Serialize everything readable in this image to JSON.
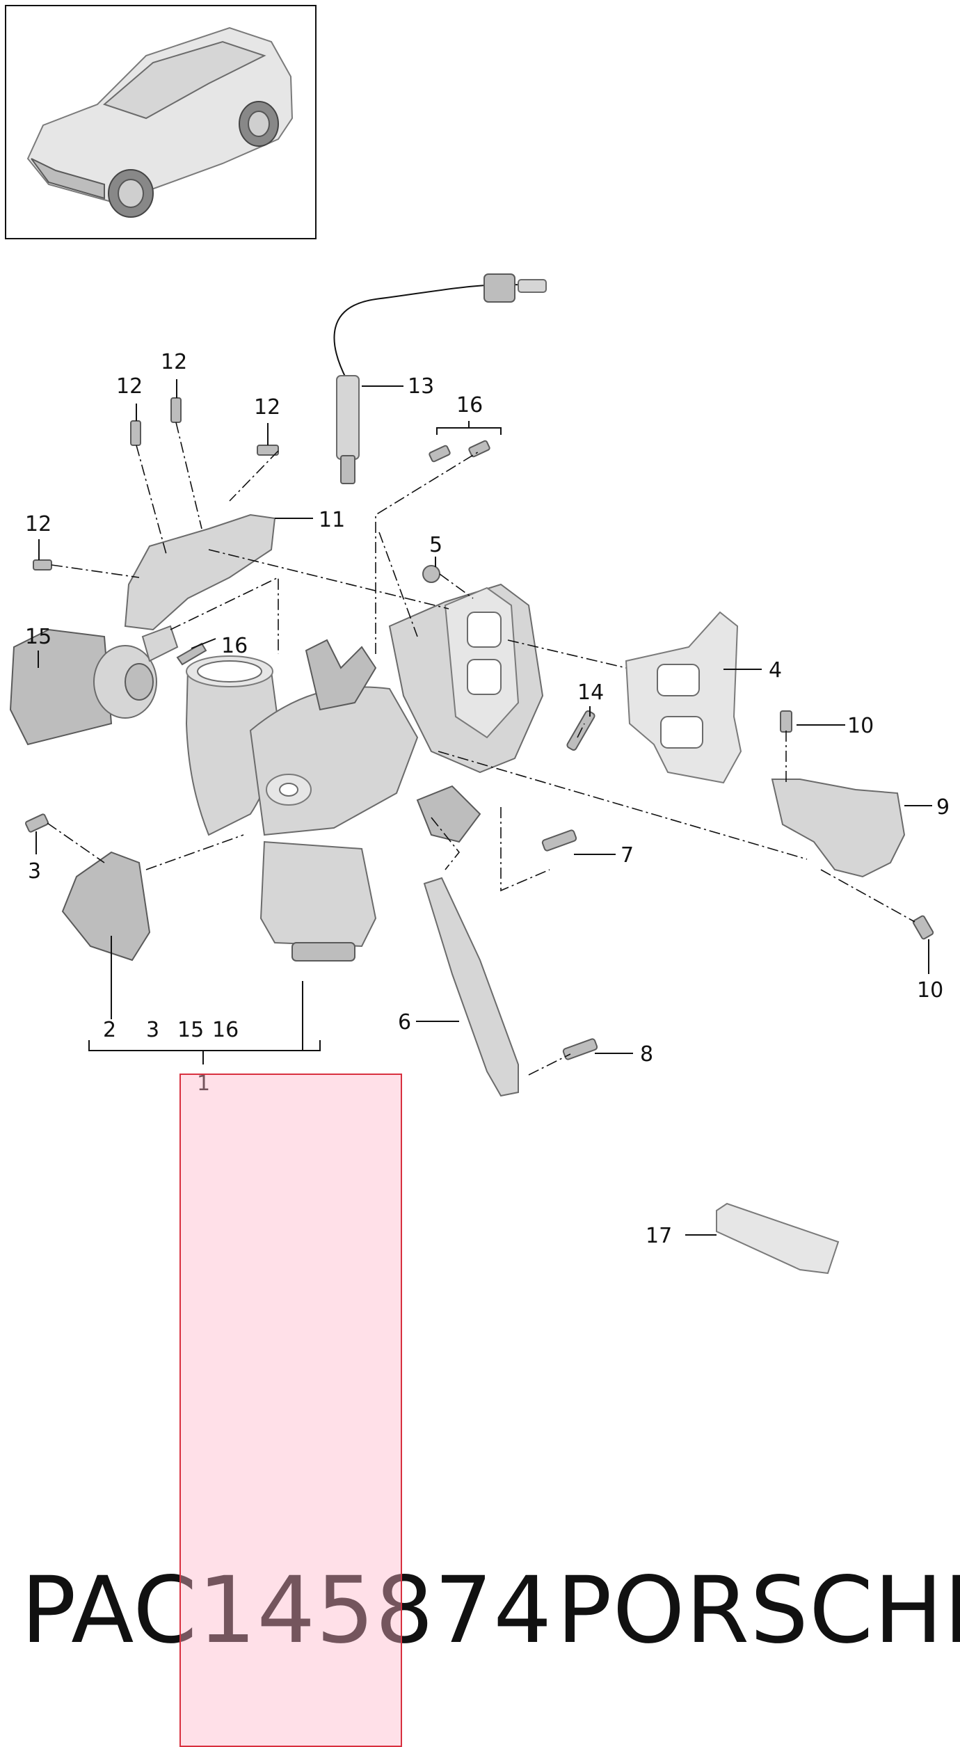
{
  "diagram": {
    "callouts": {
      "c1": "1",
      "c2": "2",
      "c3a": "3",
      "c3b": "3",
      "c4": "4",
      "c5": "5",
      "c6": "6",
      "c7": "7",
      "c8": "8",
      "c9": "9",
      "c10a": "10",
      "c10b": "10",
      "c11": "11",
      "c12a": "12",
      "c12b": "12",
      "c12c": "12",
      "c12d": "12",
      "c13": "13",
      "c14": "14",
      "c15a": "15",
      "c15b": "15",
      "c16a": "16",
      "c16b": "16",
      "c16c": "16",
      "c17": "17"
    }
  },
  "footer": {
    "part_number": "PAC145874",
    "brand": "PORSCHE"
  },
  "colors": {
    "part_fill": "#d6d6d6",
    "line": "#111111",
    "highlight_fill": "#ffb6c8",
    "highlight_border": "#d8303f"
  }
}
